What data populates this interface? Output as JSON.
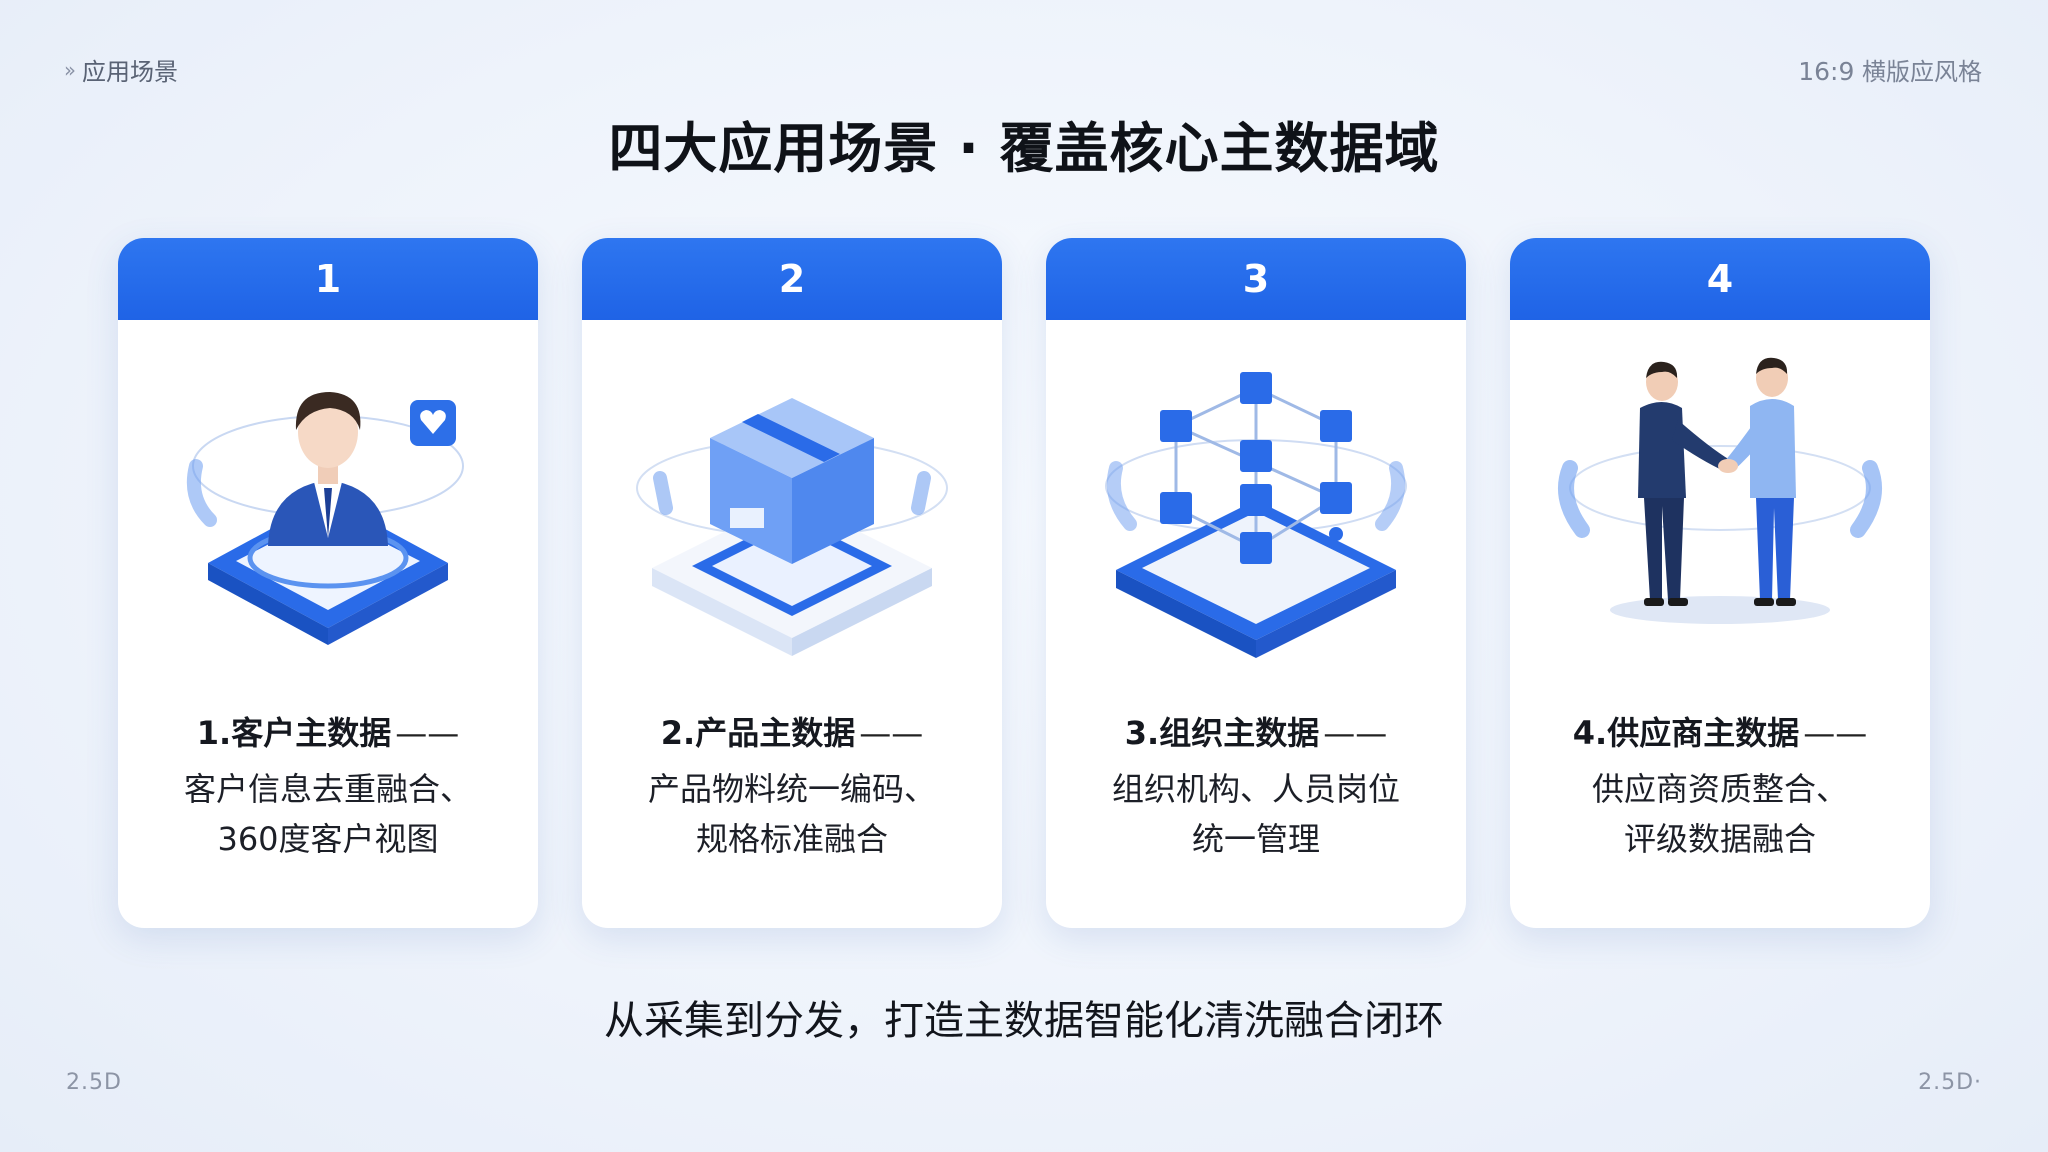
{
  "header": {
    "breadcrumb": "应用场景",
    "format_ratio": "16:9",
    "format_label": "横版应风格"
  },
  "title": "四大应用场景 · 覆盖核心主数据域",
  "cards": [
    {
      "number": "1",
      "title": "1.客户主数据",
      "dash": "——",
      "desc_line1": "客户信息去重融合、",
      "desc_line2": "360度客户视图",
      "icon": "customer-person-icon"
    },
    {
      "number": "2",
      "title": "2.产品主数据",
      "dash": "——",
      "desc_line1": "产品物料统一编码、",
      "desc_line2": "规格标准融合",
      "icon": "product-box-icon"
    },
    {
      "number": "3",
      "title": "3.组织主数据",
      "dash": "——",
      "desc_line1": "组织机构、人员岗位",
      "desc_line2": "统一管理",
      "icon": "org-network-icon"
    },
    {
      "number": "4",
      "title": "4.供应商主数据",
      "dash": "——",
      "desc_line1": "供应商资质整合、",
      "desc_line2": "评级数据融合",
      "icon": "supplier-handshake-icon"
    }
  ],
  "footer": "从采集到分发，打造主数据智能化清洗融合闭环",
  "corner_left": "2.5D",
  "corner_right": "2.5D·",
  "colors": {
    "primary": "#1f63e6",
    "light_blue": "#6fa0f5",
    "pale_blue": "#dde8fb"
  }
}
